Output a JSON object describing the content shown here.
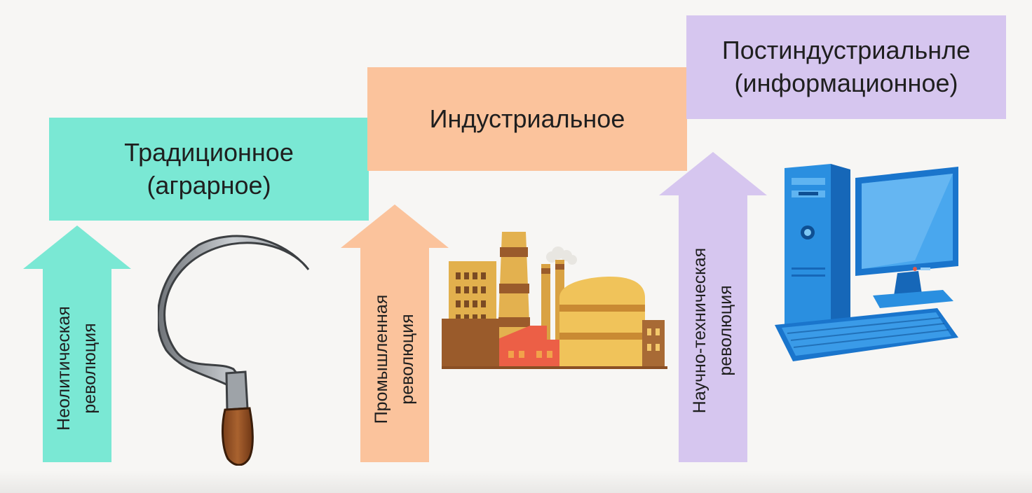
{
  "colors": {
    "traditional": "#7ae8d4",
    "industrial": "#fbc39c",
    "postindustrial": "#d6c6ef",
    "text": "#1f1f1f",
    "background": "#f7f6f4"
  },
  "stages": {
    "traditional": {
      "line1": "Традиционное",
      "line2": "(аграрное)"
    },
    "industrial": {
      "line1": "Индустриальное"
    },
    "postindustrial": {
      "line1": "Постиндустриальнле",
      "line2": "(информационное)"
    }
  },
  "revolutions": {
    "neolithic": {
      "line1": "Неолитическая",
      "line2": "революция"
    },
    "industrial": {
      "line1": "Промышленная",
      "line2": "революция"
    },
    "scientific": {
      "line1": "Научно-техническая",
      "line2": "революция"
    }
  },
  "icons": {
    "traditional": "sickle-icon",
    "industrial": "factory-icon",
    "postindustrial": "computer-icon"
  }
}
